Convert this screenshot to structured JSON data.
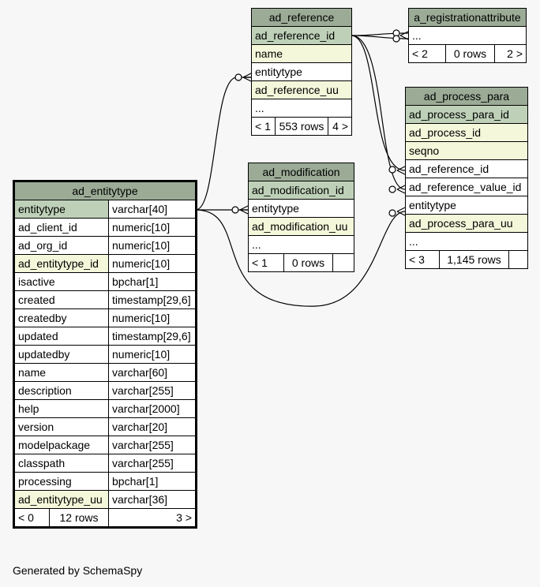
{
  "tables": {
    "ad_reference": {
      "name": "ad_reference",
      "columns": [
        "ad_reference_id",
        "name",
        "entitytype",
        "ad_reference_uu",
        "..."
      ],
      "footer": [
        "< 1",
        "553 rows",
        "4 >"
      ]
    },
    "a_registrationattribute": {
      "name": "a_registrationattribute",
      "columns": [
        "..."
      ],
      "footer": [
        "< 2",
        "0 rows",
        "2 >"
      ]
    },
    "ad_process_para": {
      "name": "ad_process_para",
      "columns": [
        "ad_process_para_id",
        "ad_process_id",
        "seqno",
        "ad_reference_id",
        "ad_reference_value_id",
        "entitytype",
        "ad_process_para_uu",
        "..."
      ],
      "footer": [
        "< 3",
        "1,145 rows",
        ""
      ]
    },
    "ad_modification": {
      "name": "ad_modification",
      "columns": [
        "ad_modification_id",
        "entitytype",
        "ad_modification_uu",
        "..."
      ],
      "footer": [
        "< 1",
        "0 rows",
        ""
      ]
    },
    "ad_entitytype": {
      "name": "ad_entitytype",
      "columns": [
        {
          "name": "entitytype",
          "type": "varchar[40]"
        },
        {
          "name": "ad_client_id",
          "type": "numeric[10]"
        },
        {
          "name": "ad_org_id",
          "type": "numeric[10]"
        },
        {
          "name": "ad_entitytype_id",
          "type": "numeric[10]"
        },
        {
          "name": "isactive",
          "type": "bpchar[1]"
        },
        {
          "name": "created",
          "type": "timestamp[29,6]"
        },
        {
          "name": "createdby",
          "type": "numeric[10]"
        },
        {
          "name": "updated",
          "type": "timestamp[29,6]"
        },
        {
          "name": "updatedby",
          "type": "numeric[10]"
        },
        {
          "name": "name",
          "type": "varchar[60]"
        },
        {
          "name": "description",
          "type": "varchar[255]"
        },
        {
          "name": "help",
          "type": "varchar[2000]"
        },
        {
          "name": "version",
          "type": "varchar[20]"
        },
        {
          "name": "modelpackage",
          "type": "varchar[255]"
        },
        {
          "name": "classpath",
          "type": "varchar[255]"
        },
        {
          "name": "processing",
          "type": "bpchar[1]"
        },
        {
          "name": "ad_entitytype_uu",
          "type": "varchar[36]"
        }
      ],
      "footer": [
        "< 0",
        "12 rows",
        "3 >"
      ]
    }
  },
  "generated_by": "Generated by SchemaSpy",
  "colors": {
    "header": "#9bab96",
    "primary_key": "#bed1b8",
    "foreign_key": "#f4f7da",
    "background": "#f7f7f7"
  }
}
